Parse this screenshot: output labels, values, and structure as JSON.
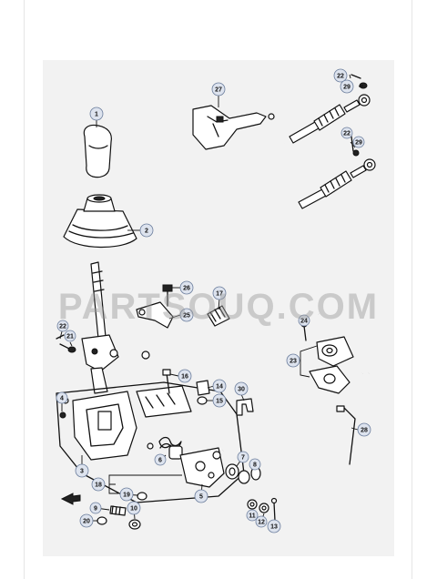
{
  "watermark": "PARTSOUQ.COM",
  "callouts": [
    {
      "id": "c1",
      "label": "1"
    },
    {
      "id": "c2",
      "label": "2"
    },
    {
      "id": "c3",
      "label": "3"
    },
    {
      "id": "c4",
      "label": "4"
    },
    {
      "id": "c5",
      "label": "5"
    },
    {
      "id": "c6",
      "label": "6"
    },
    {
      "id": "c7",
      "label": "7"
    },
    {
      "id": "c8",
      "label": "8"
    },
    {
      "id": "c9",
      "label": "9"
    },
    {
      "id": "c10",
      "label": "10"
    },
    {
      "id": "c11",
      "label": "11"
    },
    {
      "id": "c12",
      "label": "12"
    },
    {
      "id": "c13",
      "label": "13"
    },
    {
      "id": "c14",
      "label": "14"
    },
    {
      "id": "c15",
      "label": "15"
    },
    {
      "id": "c16",
      "label": "16"
    },
    {
      "id": "c17",
      "label": "17"
    },
    {
      "id": "c18",
      "label": "18"
    },
    {
      "id": "c19",
      "label": "19"
    },
    {
      "id": "c20",
      "label": "20"
    },
    {
      "id": "c21",
      "label": "21"
    },
    {
      "id": "c22",
      "label": "22"
    },
    {
      "id": "c22b",
      "label": "22"
    },
    {
      "id": "c22c",
      "label": "22"
    },
    {
      "id": "c23",
      "label": "23"
    },
    {
      "id": "c24",
      "label": "24"
    },
    {
      "id": "c25",
      "label": "25"
    },
    {
      "id": "c26",
      "label": "26"
    },
    {
      "id": "c27",
      "label": "27"
    },
    {
      "id": "c28",
      "label": "28"
    },
    {
      "id": "c29",
      "label": "29"
    },
    {
      "id": "c29b",
      "label": "29"
    },
    {
      "id": "c30",
      "label": "30"
    }
  ]
}
